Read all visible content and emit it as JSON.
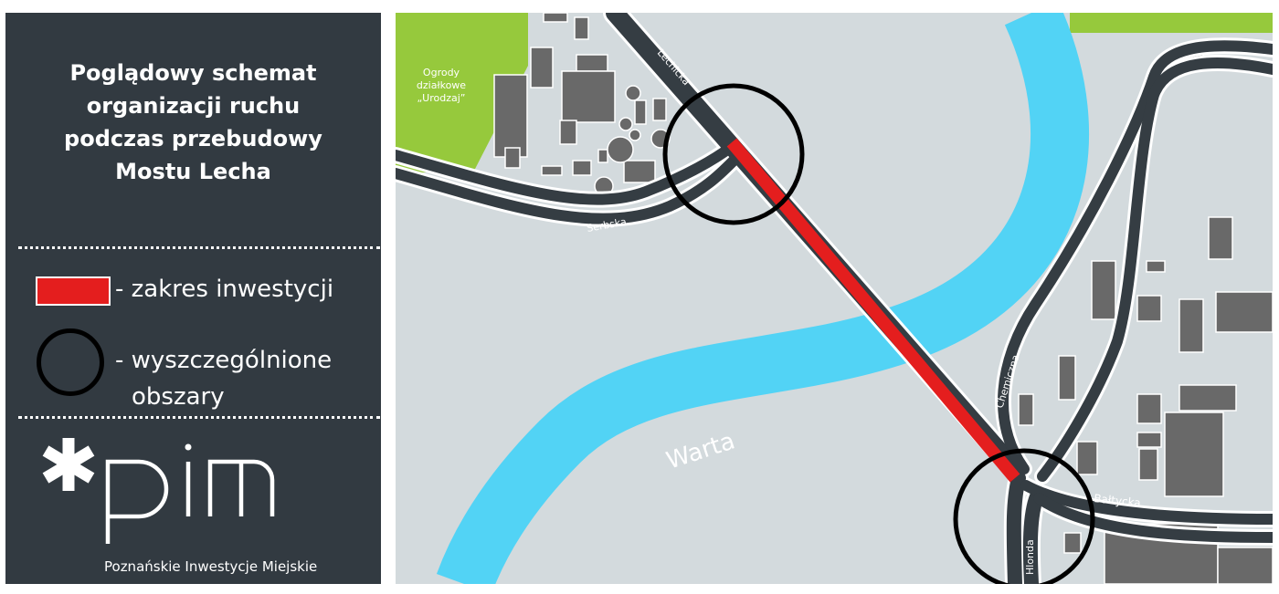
{
  "sidebar": {
    "title_lines": [
      "Poglądowy schemat",
      "organizacji ruchu",
      "podczas przebudowy",
      "Mostu Lecha"
    ],
    "legend": {
      "investment_label": "- zakres inwestycji",
      "areas_label_line1": "- wyszczególnione",
      "areas_label_line2": "obszary"
    },
    "logo": {
      "wordmark": "*pim",
      "subtitle": "Poznańskie Inwestycje Miejskie"
    }
  },
  "map": {
    "labels": {
      "allotments_line1": "Ogrody",
      "allotments_line2": "działkowe",
      "allotments_line3": "„Urodzaj”",
      "street_lechicka": "Lechicka",
      "street_serbska": "Serbska",
      "river": "Warta",
      "street_chemiczna": "Chemiczna",
      "street_baltycka": "Bałtycka",
      "street_hlonda": "Hlonda"
    },
    "colors": {
      "background": "#d3dadd",
      "river": "#52d3f5",
      "road": "#353d43",
      "road_outline": "#ffffff",
      "buildings": "#696969",
      "green": "#96c93c",
      "investment": "#e41e1e",
      "highlight_circle": "#000000"
    }
  }
}
